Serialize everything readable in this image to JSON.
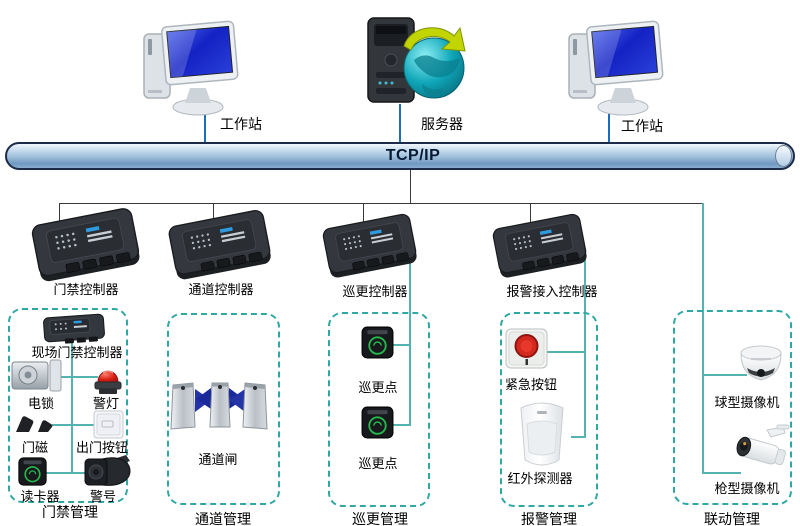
{
  "network": {
    "bus_label": "TCP/IP",
    "workstation_left_label": "工作站",
    "server_label": "服务器",
    "workstation_right_label": "工作站"
  },
  "controllers": [
    {
      "label": "门禁控制器"
    },
    {
      "label": "通道控制器"
    },
    {
      "label": "巡更控制器"
    },
    {
      "label": "报警接入控制器"
    }
  ],
  "groups": [
    {
      "title": "门禁管理",
      "devices": [
        "现场门禁控制器",
        "电锁",
        "警灯",
        "门磁",
        "出门按钮",
        "读卡器",
        "警号"
      ]
    },
    {
      "title": "通道管理",
      "devices": [
        "通道闸"
      ]
    },
    {
      "title": "巡更管理",
      "devices": [
        "巡更点",
        "巡更点"
      ]
    },
    {
      "title": "报警管理",
      "devices": [
        "紧急按钮",
        "红外探测器"
      ]
    },
    {
      "title": "联动管理",
      "devices": [
        "球型摄像机",
        "枪型摄像机"
      ]
    }
  ],
  "colors": {
    "bus_border": "#1c2b4a",
    "bus_fill_light": "#e9f2fa",
    "bus_fill_dark": "#7099c2",
    "network_line_blue": "#1a6cbe",
    "distribution_line": "#3a3a3a",
    "device_line_teal": "#54b3af",
    "group_border_teal": "#2fa7a3",
    "screen_blue": "#1c2cc8",
    "globe_teal": "#0b98ab",
    "arrow_yellow": "#c2d500",
    "flap_blue": "#2433a6",
    "alarm_red": "#d2281e",
    "reader_green": "#27b84c"
  }
}
